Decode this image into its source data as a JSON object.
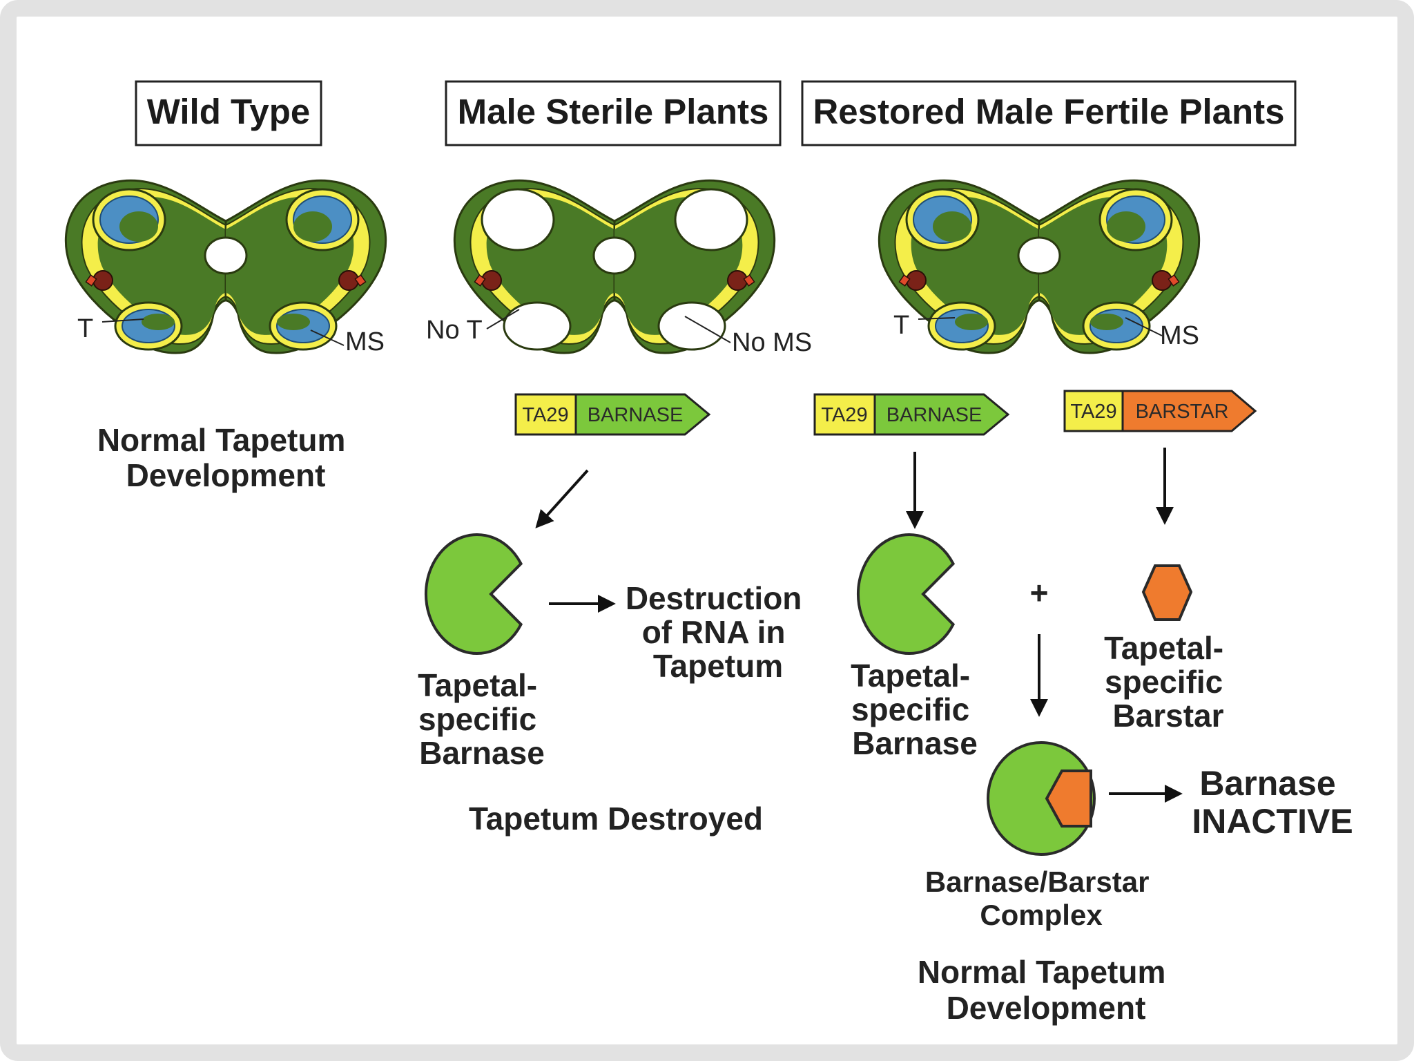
{
  "headers": {
    "wild_type": "Wild Type",
    "male_sterile": "Male Sterile Plants",
    "restored": "Restored Male Fertile Plants"
  },
  "anther_labels": {
    "wild_t": "T",
    "wild_ms": "MS",
    "sterile_t": "No T",
    "sterile_ms": "No MS",
    "restored_t": "T",
    "restored_ms": "MS"
  },
  "wild_type": {
    "caption": [
      "Normal Tapetum",
      "Development"
    ]
  },
  "genes": {
    "sterile_promoter": "TA29",
    "sterile_gene": "BARNASE",
    "restored_promoter_1": "TA29",
    "restored_gene_1": "BARNASE",
    "restored_promoter_2": "TA29",
    "restored_gene_2": "BARSTAR"
  },
  "male_sterile": {
    "protein_label": [
      "Tapetal-",
      "specific",
      "Barnase"
    ],
    "effect": [
      "Destruction",
      "of RNA in",
      "Tapetum"
    ],
    "result": "Tapetum Destroyed"
  },
  "restored": {
    "barnase_label": [
      "Tapetal-",
      "specific",
      "Barnase"
    ],
    "barstar_label": [
      "Tapetal-",
      "specific",
      "Barstar"
    ],
    "plus": "+",
    "complex_label": [
      "Barnase/Barstar",
      "Complex"
    ],
    "effect": [
      "Barnase",
      "INACTIVE"
    ],
    "caption": [
      "Normal Tapetum",
      "Development"
    ]
  },
  "colors": {
    "frame": "#e2e2e2",
    "connective": "#4a7a26",
    "tapetum_yellow": "#f4ee4a",
    "microspore_blue": "#4c8fc4",
    "barnase_green": "#7cc83c",
    "barstar_orange": "#ef7b2e",
    "promoter_yellow": "#f4ee4a",
    "vascular_brown": "#7a2218"
  },
  "icons": [
    "arrow-icon",
    "barnase-protein-icon",
    "barstar-protein-icon",
    "complex-protein-icon",
    "anther-icon"
  ]
}
